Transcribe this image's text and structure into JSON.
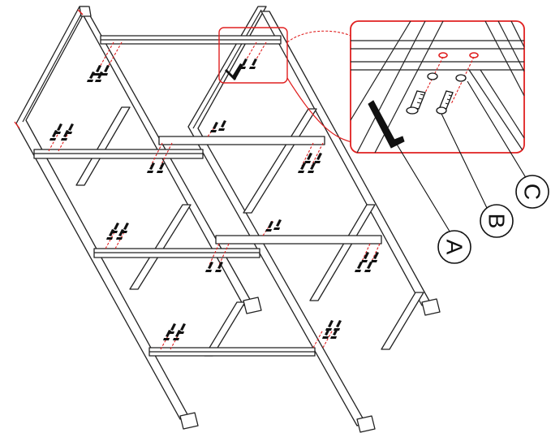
{
  "callouts": {
    "a": "A",
    "b": "B",
    "c": "C"
  },
  "colors": {
    "line": "#222222",
    "accent_red": "#e02020",
    "background": "#ffffff"
  }
}
